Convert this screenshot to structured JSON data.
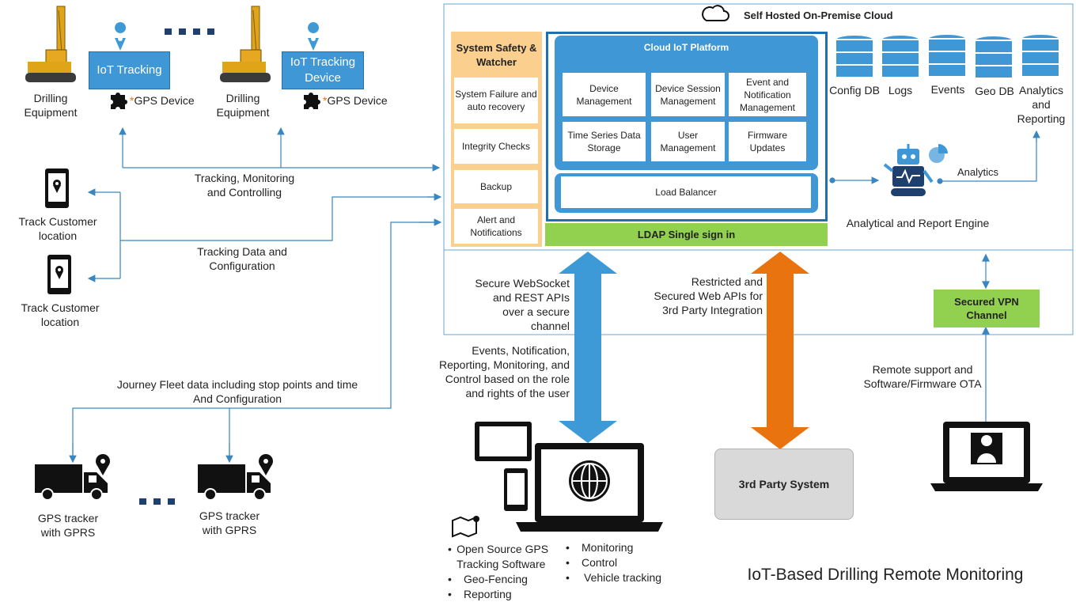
{
  "title": "IoT-Based Drilling Remote Monitoring",
  "cloud": {
    "label": "Self Hosted On-Premise Cloud",
    "system_safety": {
      "title": "System Safety & Watcher",
      "items": [
        "System Failure and auto recovery",
        "Integrity Checks",
        "Backup",
        "Alert and Notifications"
      ]
    },
    "platform": {
      "title": "Cloud IoT Platform",
      "modules": [
        "Device Management",
        "Device Session Management",
        "Event and Notification Management",
        "Time Series Data Storage",
        "User Management",
        "Firmware Updates"
      ],
      "load_balancer": "Load Balancer"
    },
    "ldap": "LDAP Single sign in",
    "databases": [
      "Config DB",
      "Logs",
      "Events",
      "Geo DB",
      "Analytics and Reporting"
    ],
    "analytics_label": "Analytics",
    "engine": "Analytical and Report Engine",
    "vpn": "Secured VPN Channel"
  },
  "devices": {
    "drilling_1": "Drilling Equipment",
    "drilling_2": "Drilling Equipment",
    "iot_1": "IoT Tracking",
    "iot_2": "IoT Tracking Device",
    "gps_1": "GPS Device",
    "gps_2": "GPS Device",
    "asterisk": "*"
  },
  "customers": [
    "Track Customer location",
    "Track Customer location"
  ],
  "trucks": [
    "GPS tracker with GPRS",
    "GPS tracker with GPRS"
  ],
  "flows": {
    "tracking": "Tracking, Monitoring and Controlling",
    "tracking_data": "Tracking Data and Configuration",
    "journey": "Journey Fleet data including stop points and time And Configuration",
    "websocket": "Secure WebSocket and REST APIs over a secure channel",
    "events": "Events, Notification, Reporting, Monitoring, and Control based on the role and rights of the user",
    "restricted": "Restricted and Secured Web APIs for 3rd Party Integration",
    "remote": "Remote support and Software/Firmware OTA"
  },
  "third_party": "3rd Party System",
  "client_bullets_left": [
    "Open Source GPS Tracking Software",
    "Geo-Fencing",
    "Reporting"
  ],
  "client_bullets_right": [
    "Monitoring",
    "Control",
    "Vehicle tracking"
  ],
  "colors": {
    "blue": "#3f97d6",
    "dark_blue": "#1f6fb3",
    "orange": "#e8730f",
    "green": "#92d050",
    "safety": "#fbd08f",
    "border": "#5a9bc8"
  }
}
